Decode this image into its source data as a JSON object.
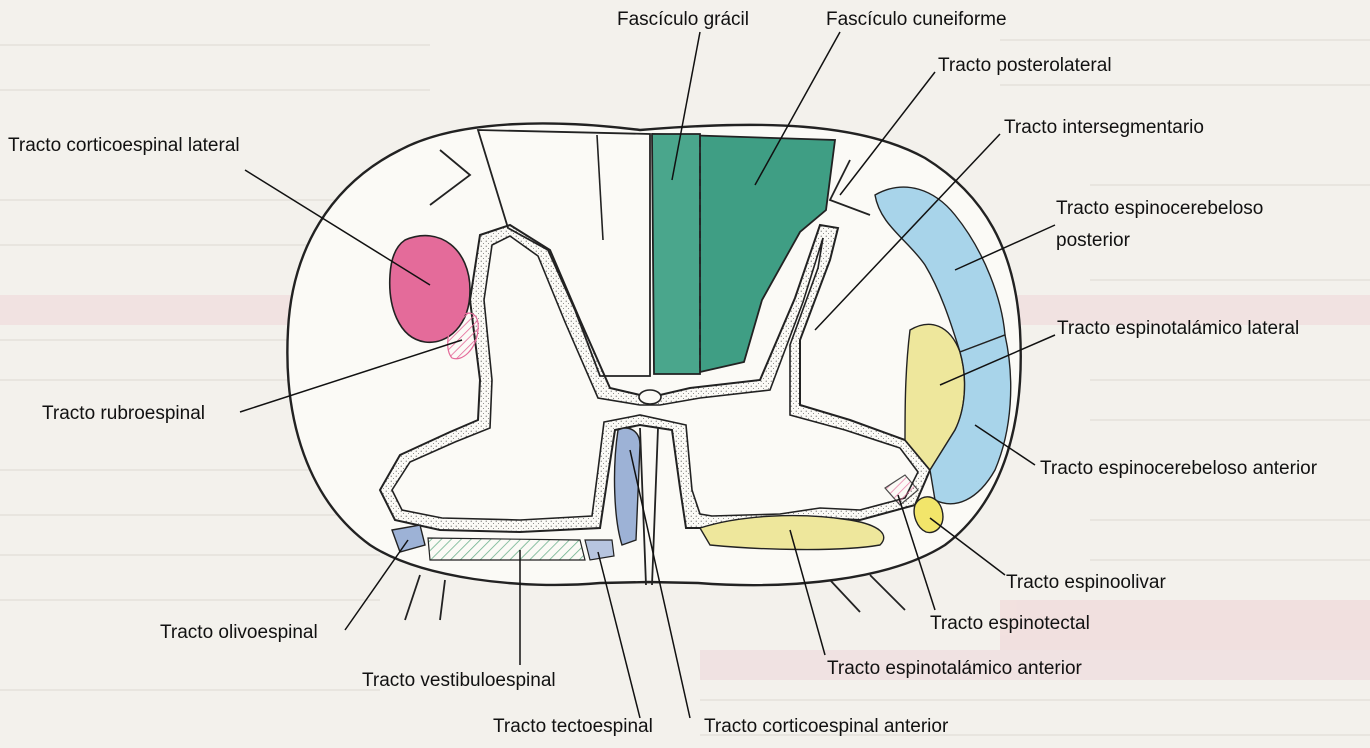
{
  "labels": {
    "fasciculo_gracil": "Fascículo grácil",
    "fasciculo_cuneiforme": "Fascículo cuneiforme",
    "tracto_posterolateral": "Tracto posterolateral",
    "tracto_intersegmentario": "Tracto intersegmentario",
    "espinocerebeloso_posterior_1": "Tracto espinocerebeloso",
    "espinocerebeloso_posterior_2": "posterior",
    "corticoespinal_lateral": "Tracto corticoespinal lateral",
    "espinotalamico_lateral": "Tracto espinotalámico lateral",
    "rubroespinal": "Tracto rubroespinal",
    "espinocerebeloso_anterior": "Tracto espinocerebeloso anterior",
    "espinoolivar": "Tracto espinoolivar",
    "olivoespinal": "Tracto olivoespinal",
    "espinotectal": "Tracto espinotectal",
    "vestibuloespinal": "Tracto vestibuloespinal",
    "espinotalamico_anterior": "Tracto espinotalámico anterior",
    "tectoespinal": "Tracto tectoespinal",
    "corticoespinal_anterior": "Tracto corticoespinal anterior"
  },
  "colors": {
    "dorsal_columns": "#3f9e84",
    "corticospinal_lateral": "#e46b9a",
    "rubrospinal_hatch": "#e46b9a",
    "spinocerebellar": "#a8d4ea",
    "spinothalamic": "#eee79c",
    "spinoolivary": "#f2e56a",
    "ventral_blue": "#9db2d6",
    "vestibulospinal_hatch": "#7fbf9a"
  }
}
